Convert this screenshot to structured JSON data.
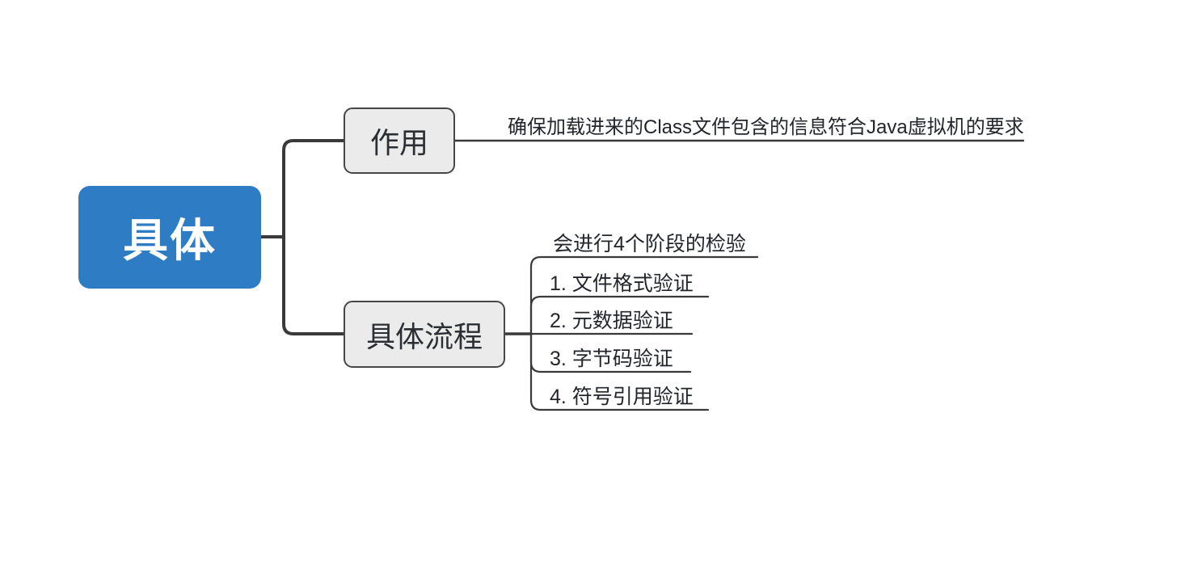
{
  "map": {
    "root": {
      "label": "具体"
    },
    "branches": [
      {
        "label": "作用",
        "children": [
          {
            "label": "确保加载进来的Class文件包含的信息符合Java虚拟机的要求"
          }
        ]
      },
      {
        "label": "具体流程",
        "children": [
          {
            "label": "会进行4个阶段的检验"
          },
          {
            "label": "1. 文件格式验证"
          },
          {
            "label": "2. 元数据验证"
          },
          {
            "label": "3. 字节码验证"
          },
          {
            "label": "4. 符号引用验证"
          }
        ]
      }
    ],
    "colors": {
      "canvas_bg": "#ffffff",
      "root_bg": "#2e7cc3",
      "root_text": "#ffffff",
      "branch_bg": "#ebebeb",
      "branch_border": "#474747",
      "connector": "#3a3a3a",
      "topic_text": "#22262c"
    }
  }
}
